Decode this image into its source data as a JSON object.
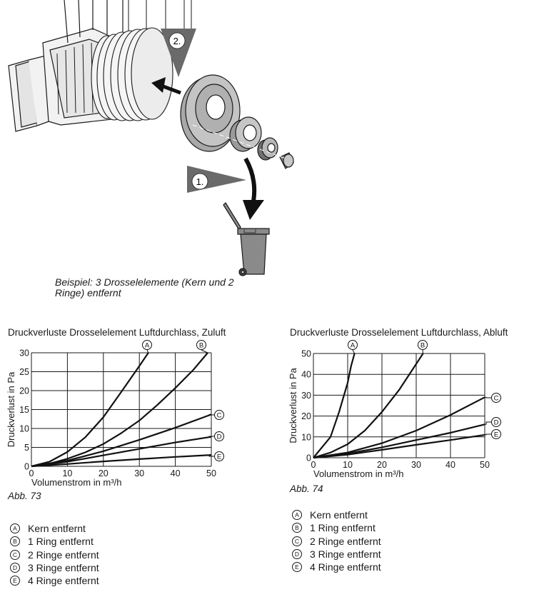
{
  "figure": {
    "step1_label": "1.",
    "step2_label": "2.",
    "caption_line1": "Beispiel: 3 Drosselelemente (Kern und 2",
    "caption_line2": "Ringe) entfernt"
  },
  "chart_data": [
    {
      "type": "line",
      "title": "Druckverluste Drosselelement Luftdurchlass, Zuluft",
      "xlabel": "Volumenstrom in m³/h",
      "ylabel": "Druckverlust in Pa",
      "xlim": [
        0,
        50
      ],
      "ylim": [
        0,
        30
      ],
      "xticks": [
        0,
        10,
        20,
        30,
        40,
        50
      ],
      "yticks": [
        0,
        5,
        10,
        15,
        20,
        25,
        30
      ],
      "grid": true,
      "figure_label": "Abb. 73",
      "series": [
        {
          "name": "A",
          "x": [
            0,
            5,
            10,
            15,
            20,
            25,
            30,
            32.5
          ],
          "y": [
            0,
            1.2,
            3.8,
            7.7,
            13,
            19.7,
            26.5,
            30
          ]
        },
        {
          "name": "B",
          "x": [
            0,
            5,
            10,
            15,
            20,
            25,
            30,
            35,
            40,
            45,
            49
          ],
          "y": [
            0,
            0.7,
            2,
            3.7,
            5.9,
            8.8,
            12.1,
            16.2,
            20.7,
            25.5,
            30
          ]
        },
        {
          "name": "C",
          "x": [
            0,
            10,
            20,
            30,
            40,
            50
          ],
          "y": [
            0,
            1.5,
            4,
            7,
            10.2,
            13.7
          ]
        },
        {
          "name": "D",
          "x": [
            0,
            10,
            20,
            30,
            40,
            50
          ],
          "y": [
            0,
            1.2,
            2.9,
            4.6,
            6.3,
            7.8
          ]
        },
        {
          "name": "E",
          "x": [
            0,
            10,
            20,
            30,
            40,
            50
          ],
          "y": [
            0,
            0.6,
            1.3,
            1.9,
            2.5,
            3
          ]
        }
      ],
      "legend": [
        {
          "key": "A",
          "text": "Kern entfernt"
        },
        {
          "key": "B",
          "text": "1 Ring entfernt"
        },
        {
          "key": "C",
          "text": "2 Ringe entfernt"
        },
        {
          "key": "D",
          "text": "3 Ringe entfernt"
        },
        {
          "key": "E",
          "text": "4 Ringe entfernt"
        }
      ]
    },
    {
      "type": "line",
      "title": "Druckverluste Drosselelement Luftdurchlass, Abluft",
      "xlabel": "Volumenstrom in m³/h",
      "ylabel": "Druckverlust in Pa",
      "xlim": [
        0,
        50
      ],
      "ylim": [
        0,
        50
      ],
      "xticks": [
        0,
        10,
        20,
        30,
        40,
        50
      ],
      "yticks": [
        0,
        10,
        20,
        30,
        40,
        50
      ],
      "grid": true,
      "figure_label": "Abb. 74",
      "series": [
        {
          "name": "A",
          "x": [
            0,
            5,
            7.5,
            10,
            11,
            12
          ],
          "y": [
            0,
            10,
            22,
            36,
            44,
            50
          ]
        },
        {
          "name": "B",
          "x": [
            0,
            5,
            10,
            15,
            20,
            25,
            30,
            32
          ],
          "y": [
            0,
            2.5,
            6.5,
            13,
            22,
            32.5,
            45,
            50
          ]
        },
        {
          "name": "C",
          "x": [
            0,
            10,
            20,
            30,
            40,
            50
          ],
          "y": [
            0,
            2.5,
            7,
            13,
            20.5,
            29
          ]
        },
        {
          "name": "D",
          "x": [
            0,
            10,
            20,
            30,
            40,
            50
          ],
          "y": [
            0,
            2,
            5,
            8.5,
            12,
            16
          ]
        },
        {
          "name": "E",
          "x": [
            0,
            10,
            20,
            30,
            40,
            50
          ],
          "y": [
            0,
            1.5,
            3.8,
            6.2,
            8.5,
            11
          ]
        }
      ],
      "legend": [
        {
          "key": "A",
          "text": "Kern entfernt"
        },
        {
          "key": "B",
          "text": "1 Ring entfernt"
        },
        {
          "key": "C",
          "text": "2 Ringe entfernt"
        },
        {
          "key": "D",
          "text": "3 Ringe entfernt"
        },
        {
          "key": "E",
          "text": "4 Ringe entfernt"
        }
      ]
    }
  ]
}
